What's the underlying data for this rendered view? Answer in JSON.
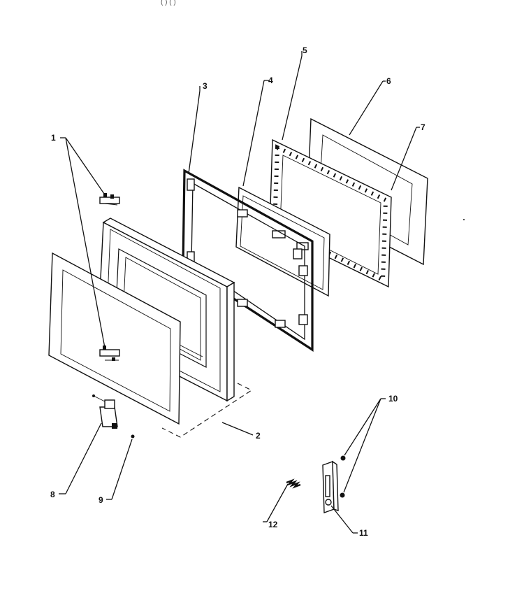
{
  "header_fragment": "(               )  (               )",
  "callouts": [
    {
      "id": "1",
      "text": "1"
    },
    {
      "id": "2",
      "text": "2"
    },
    {
      "id": "3",
      "text": "3"
    },
    {
      "id": "4",
      "text": "4"
    },
    {
      "id": "5",
      "text": "5"
    },
    {
      "id": "6a",
      "text": "6"
    },
    {
      "id": "7",
      "text": "7"
    },
    {
      "id": "8",
      "text": "8"
    },
    {
      "id": "9",
      "text": "9"
    },
    {
      "id": "10",
      "text": "10"
    },
    {
      "id": "11",
      "text": "11"
    },
    {
      "id": "12",
      "text": "12"
    }
  ]
}
